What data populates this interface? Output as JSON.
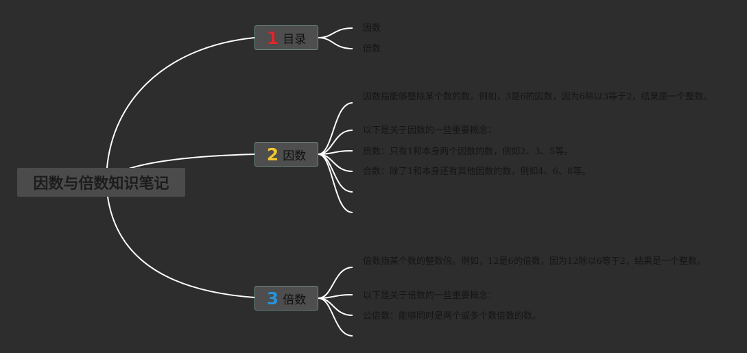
{
  "root": {
    "title": "因数与倍数知识笔记"
  },
  "branches": [
    {
      "number": "1",
      "number_color": "#e0262d",
      "label": "目录",
      "leaves": [
        "因数",
        "倍数"
      ]
    },
    {
      "number": "2",
      "number_color": "#f2c832",
      "label": "因数",
      "leaves": [
        "因数指能够整除某个数的数。例如，3是6的因数，因为6除以3等于2，结果是一个整数。",
        "以下是关于因数的一些重要概念：",
        "质数：只有1和本身两个因数的数，例如2、3、5等。",
        "合数：除了1和本身还有其他因数的数，例如4、6、8等。",
        "",
        ""
      ]
    },
    {
      "number": "3",
      "number_color": "#2a93d8",
      "label": "倍数",
      "leaves": [
        "倍数指某个数的整数倍。例如，12是6的倍数，因为12除以6等于2，结果是一个整数。",
        "以下是关于倍数的一些重要概念：",
        "公倍数：能够同时是两个或多个数倍数的数。",
        ""
      ]
    }
  ],
  "connector_color": "#ffffff"
}
